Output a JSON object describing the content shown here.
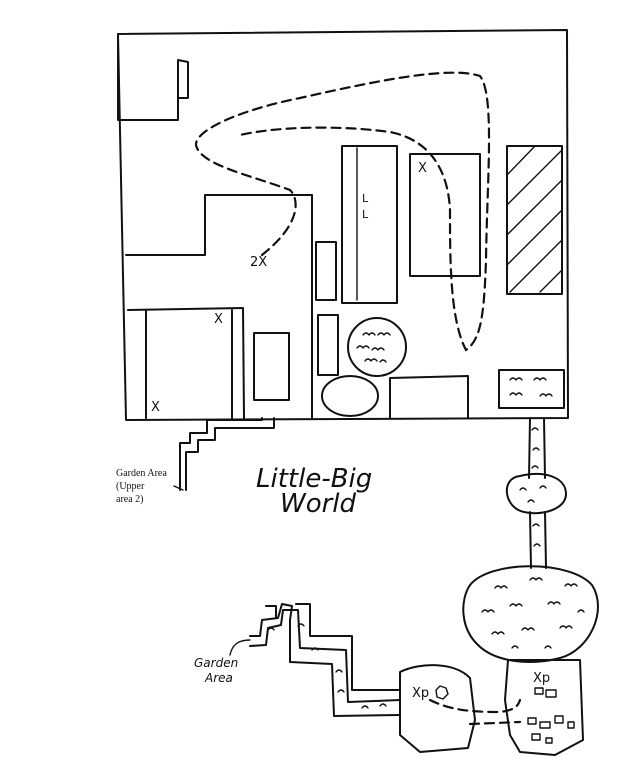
{
  "map": {
    "title_line1": "Little-Big",
    "title_line2": "World",
    "labels": {
      "garden_upper_line1": "Garden Area",
      "garden_upper_line2": "(Upper",
      "garden_upper_line3": "area 2)",
      "garden_lower_line1": "Garden",
      "garden_lower_line2": "Area"
    },
    "markers": {
      "x_room_top": "X",
      "x_room_left_top": "X",
      "x_room_left_bottom": "X",
      "two_x": "2X",
      "l_mark_1": "L",
      "l_mark_2": "L",
      "xp_left": "Xp",
      "xp_right": "Xp"
    }
  }
}
